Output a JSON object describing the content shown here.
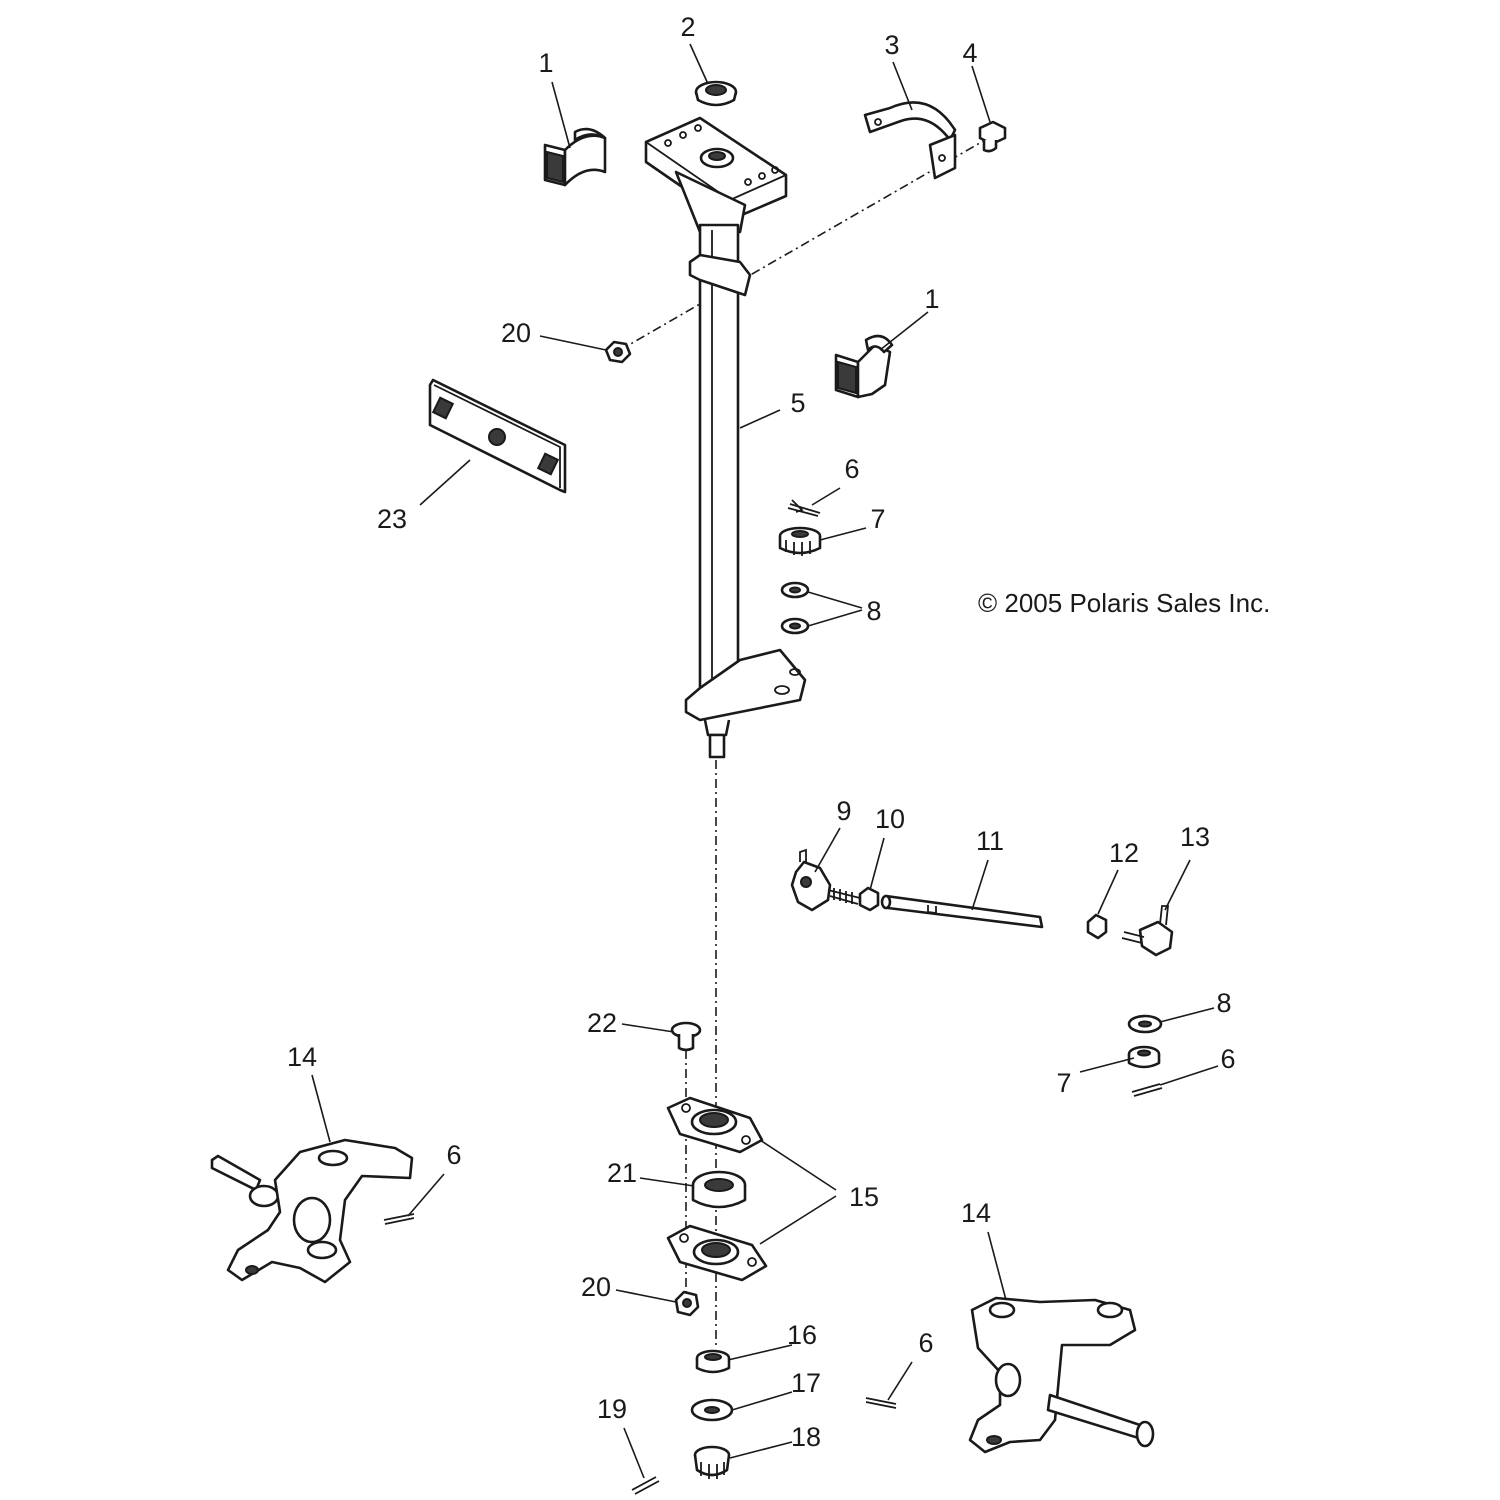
{
  "copyright": "© 2005 Polaris Sales Inc.",
  "callouts": {
    "c1a": "1",
    "c1b": "1",
    "c2": "2",
    "c3": "3",
    "c4": "4",
    "c5": "5",
    "c6a": "6",
    "c6b": "6",
    "c6c": "6",
    "c6d": "6",
    "c7a": "7",
    "c7b": "7",
    "c8a": "8",
    "c8b": "8",
    "c9": "9",
    "c10": "10",
    "c11": "11",
    "c12": "12",
    "c13": "13",
    "c14a": "14",
    "c14b": "14",
    "c15": "15",
    "c16": "16",
    "c17": "17",
    "c18": "18",
    "c19": "19",
    "c20a": "20",
    "c20b": "20",
    "c21": "21",
    "c22": "22",
    "c23": "23"
  }
}
